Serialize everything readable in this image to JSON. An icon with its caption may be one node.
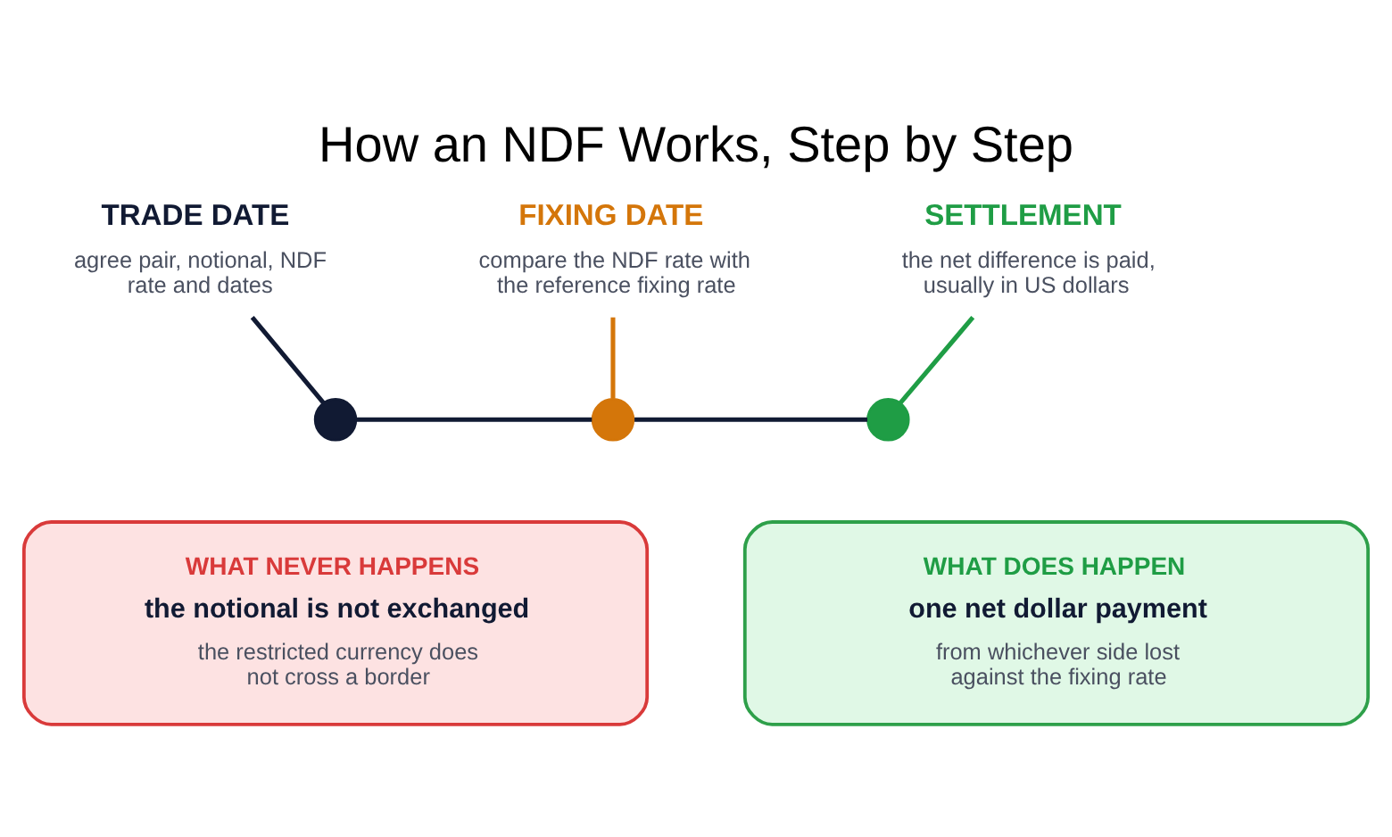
{
  "diagram": {
    "title": "How an NDF Works, Step by Step",
    "nodes": [
      {
        "text": [
          "TRADE DATE",
          "agree pair, notional, NDF rate and dates"
        ]
      },
      {
        "text": [
          "SETTLEMENT",
          "the net difference is paid, usually in US dollars"
        ]
      },
      {
        "text": [],
        "shape": "circle"
      },
      {
        "text": [],
        "shape": "circle"
      },
      {
        "text": [],
        "shape": "circle"
      },
      {
        "text": [
          "FIXING DATE",
          "compare the NDF rate with the reference fixing rate"
        ]
      },
      {
        "text": [
          "WHAT NEVER HAPPENS",
          "the notional is not exchanged",
          "the restricted currency does not cross a border"
        ]
      },
      {
        "text": [
          "WHAT DOES HAPPEN",
          "one net dollar payment",
          "from whichever side lost against the fixing rate"
        ]
      }
    ],
    "edges": [
      {
        "from": 2,
        "to": 3,
        "arrow": "none"
      },
      {
        "from": 3,
        "to": 4,
        "arrow": "none"
      },
      {
        "from": 0,
        "to": 2,
        "arrow": "none"
      },
      {
        "from": 1,
        "to": 4,
        "arrow": "none",
        "color": "#1f9d45"
      },
      {
        "from": 5,
        "to": 3,
        "arrow": "none",
        "color": "#d4760a"
      }
    ]
  }
}
